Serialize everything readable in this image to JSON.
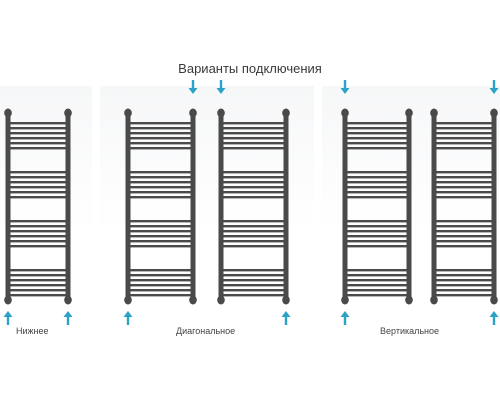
{
  "title": "Варианты подключения",
  "groups": [
    {
      "label": "Нижнее"
    },
    {
      "label": "Диагональное"
    },
    {
      "label": "Вертикальное"
    }
  ],
  "colors": {
    "rail": "#4a4a4a",
    "arrow": "#2ba3c7"
  },
  "arrow_icon": "arrow-icon"
}
